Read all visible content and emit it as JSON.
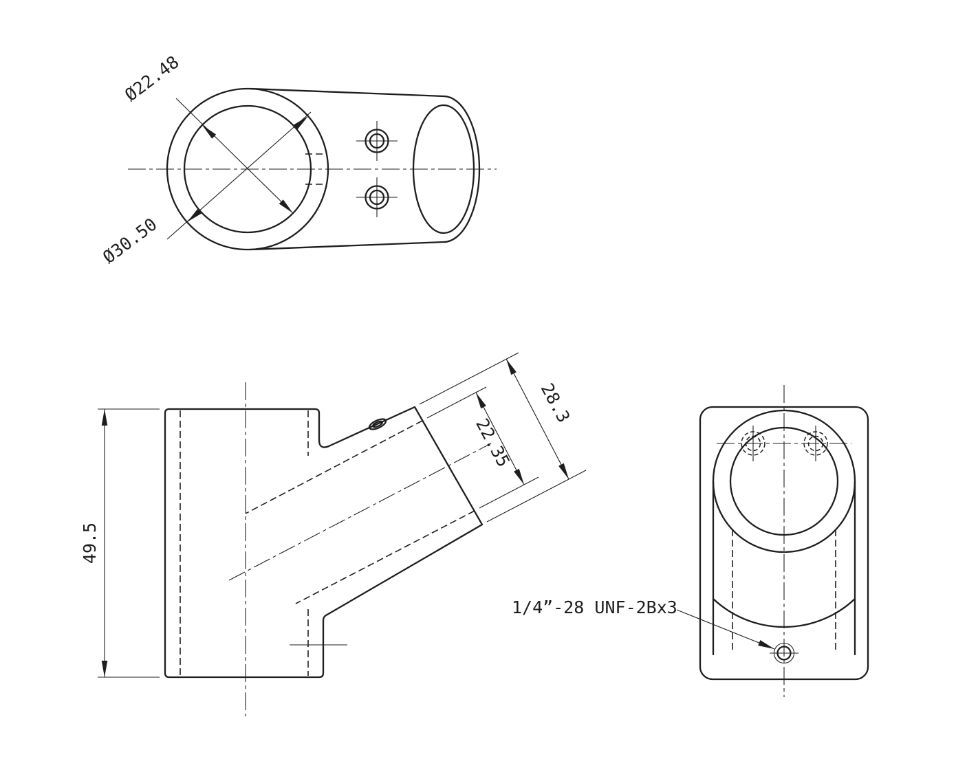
{
  "colors": {
    "background": "#ffffff",
    "line": "#1e1e1e"
  },
  "views": {
    "end_view": {
      "bore_diameter": "Ø22.48",
      "outer_diameter": "Ø30.50"
    },
    "front_view": {
      "overall_height": "49.5",
      "branch_outer_length": "28.3",
      "branch_socket_depth": "22.35"
    },
    "side_view": {
      "thread_callout": "1/4”-28 UNF-2Bx3"
    }
  }
}
